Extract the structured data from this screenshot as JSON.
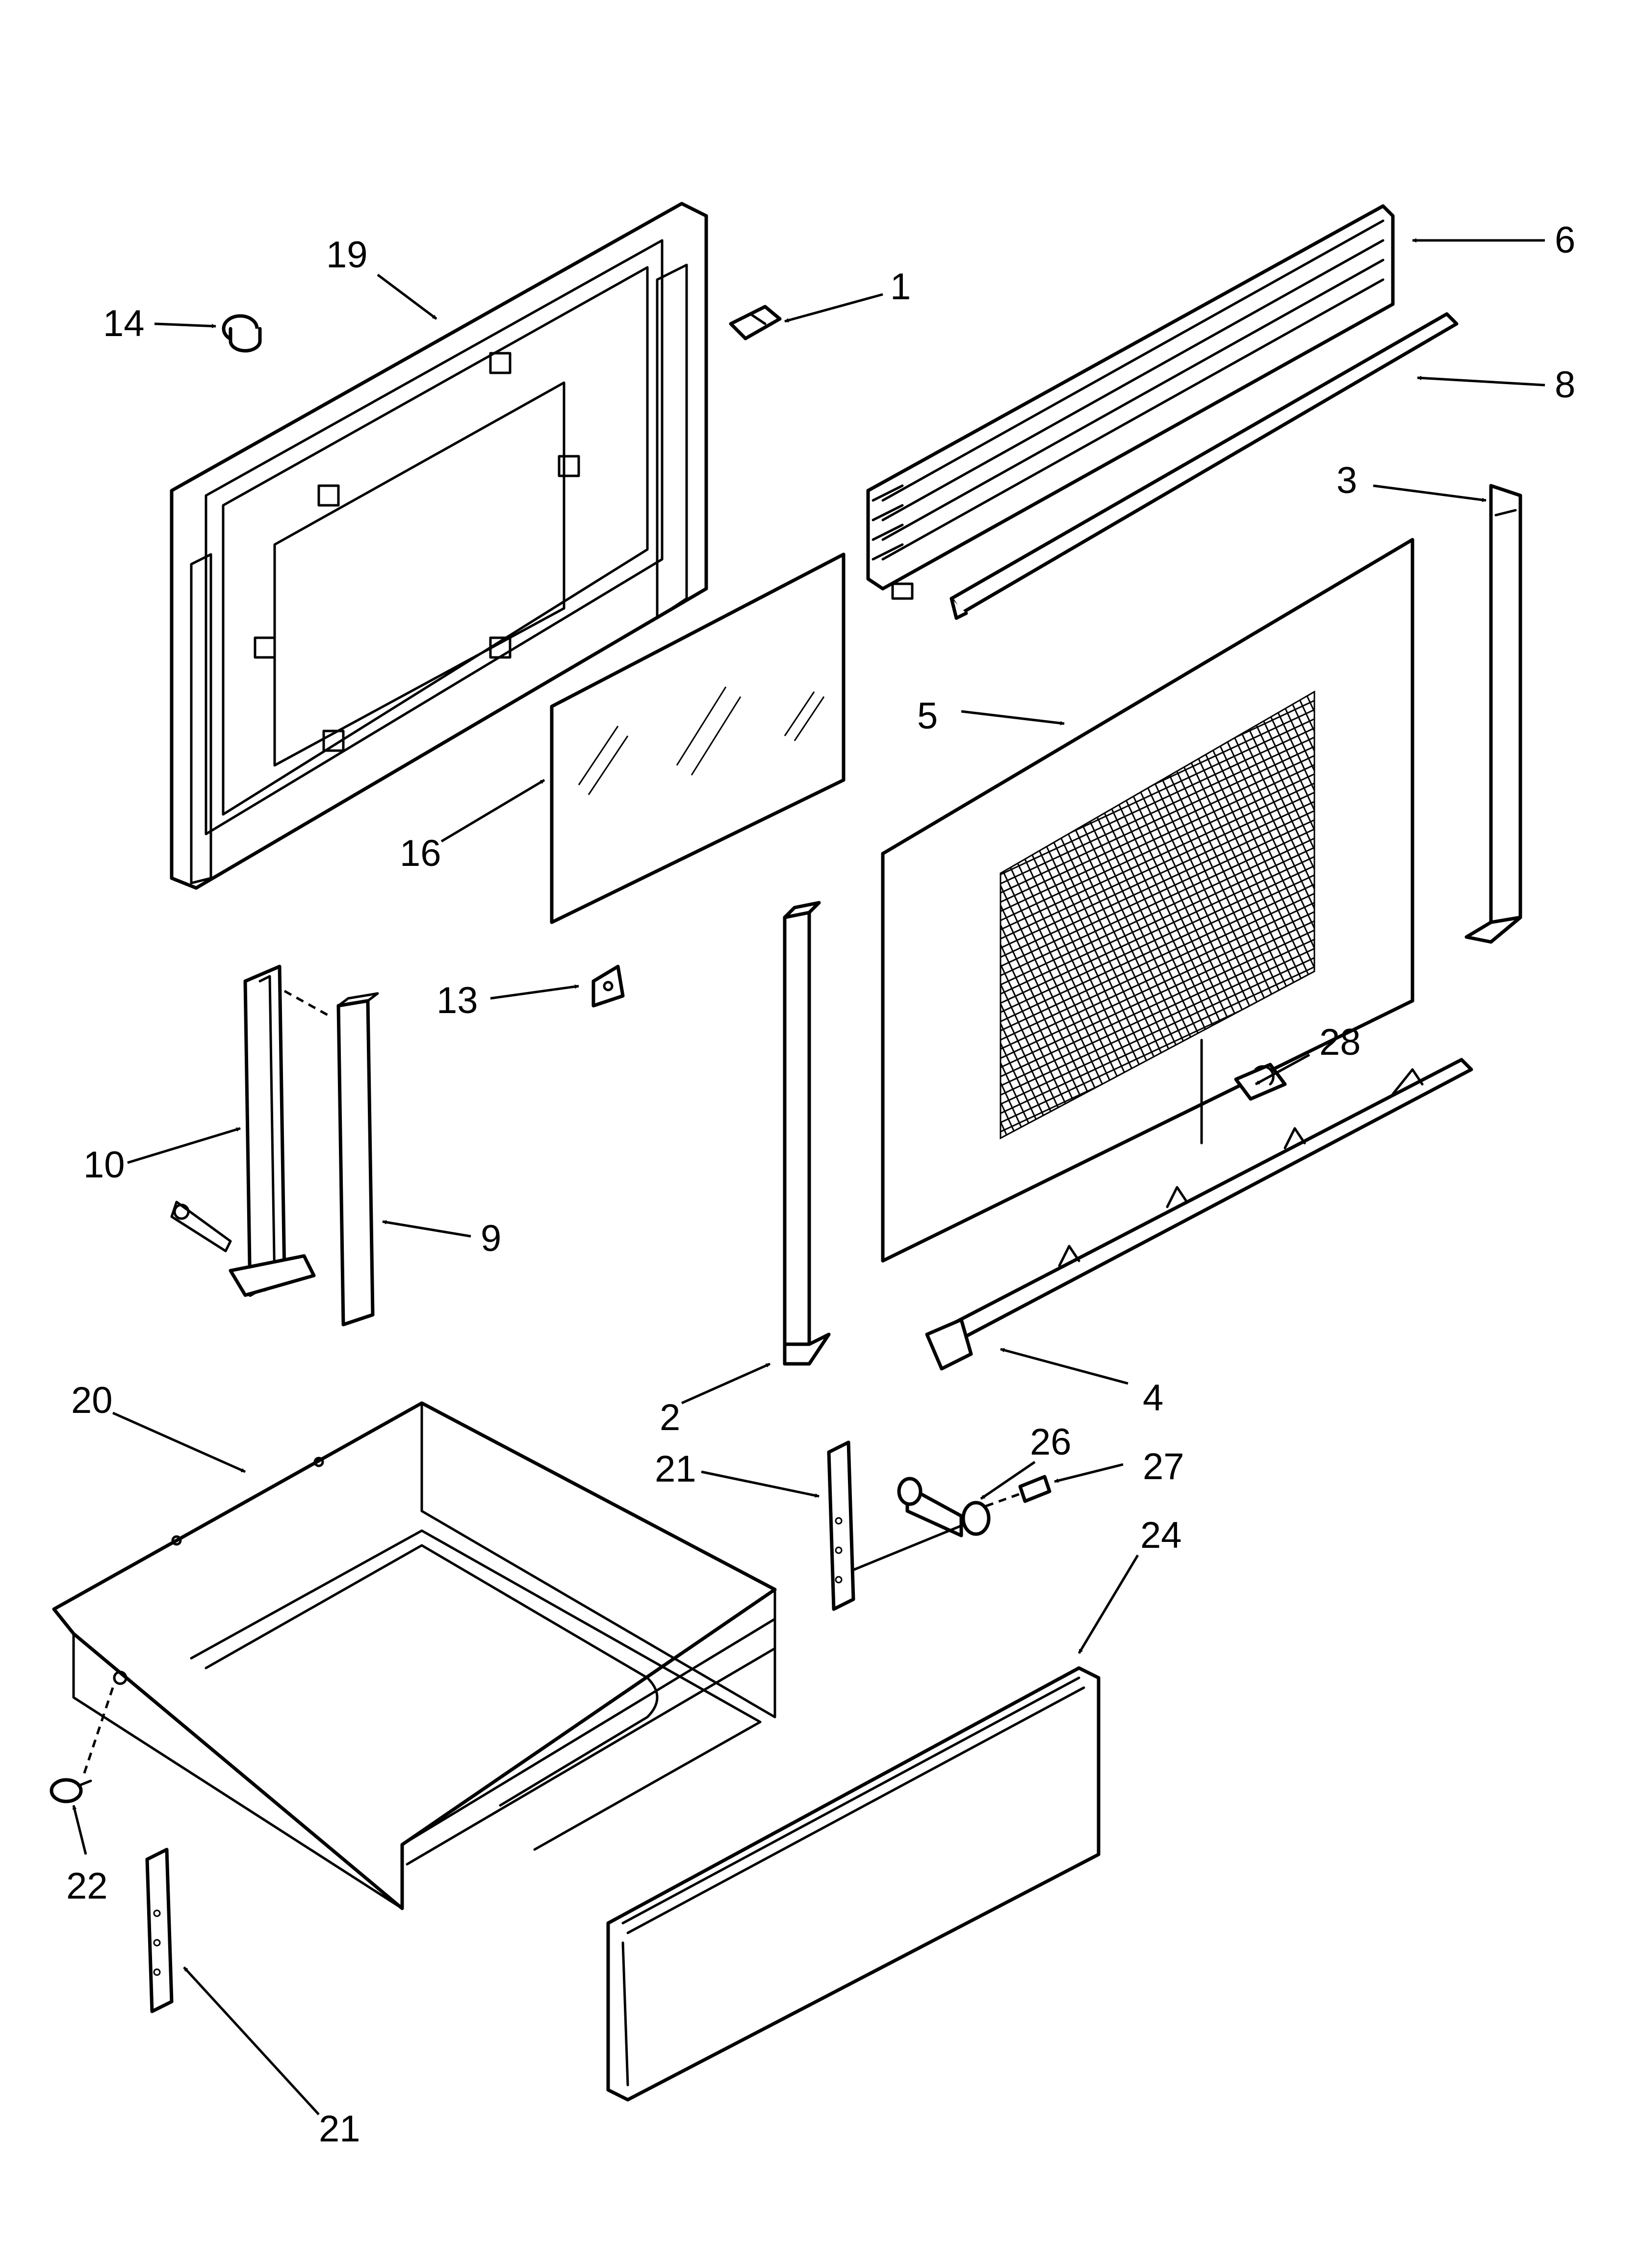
{
  "diagram": {
    "callouts": [
      {
        "id": "c1",
        "label": "1"
      },
      {
        "id": "c2",
        "label": "2"
      },
      {
        "id": "c3",
        "label": "3"
      },
      {
        "id": "c4",
        "label": "4"
      },
      {
        "id": "c5",
        "label": "5"
      },
      {
        "id": "c6",
        "label": "6"
      },
      {
        "id": "c8",
        "label": "8"
      },
      {
        "id": "c9",
        "label": "9"
      },
      {
        "id": "c10",
        "label": "10"
      },
      {
        "id": "c13",
        "label": "13"
      },
      {
        "id": "c14",
        "label": "14"
      },
      {
        "id": "c16",
        "label": "16"
      },
      {
        "id": "c19",
        "label": "19"
      },
      {
        "id": "c20",
        "label": "20"
      },
      {
        "id": "c21a",
        "label": "21"
      },
      {
        "id": "c21b",
        "label": "21"
      },
      {
        "id": "c22",
        "label": "22"
      },
      {
        "id": "c24",
        "label": "24"
      },
      {
        "id": "c26",
        "label": "26"
      },
      {
        "id": "c27",
        "label": "27"
      },
      {
        "id": "c28",
        "label": "28"
      }
    ]
  }
}
